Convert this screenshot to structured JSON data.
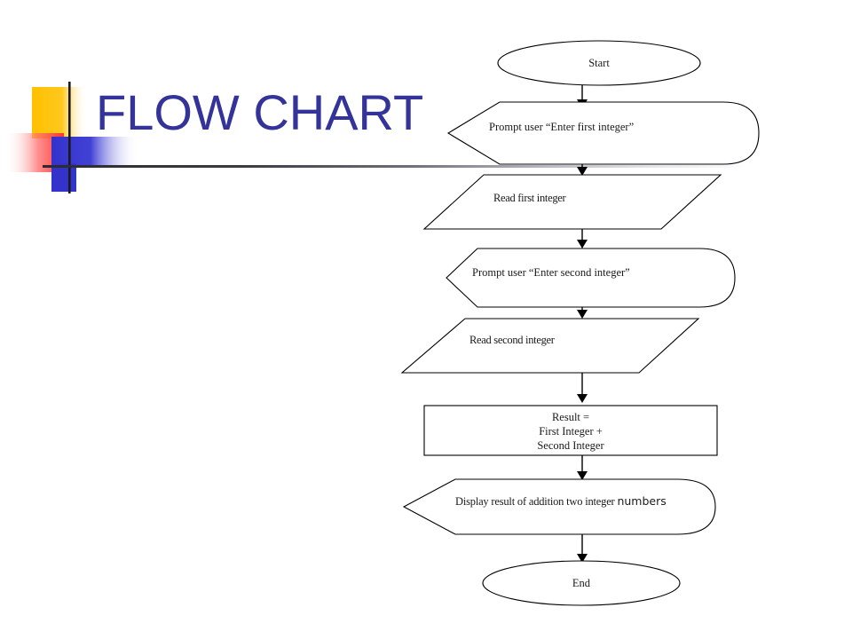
{
  "slide": {
    "title": "FLOW CHART",
    "title_color": "#333399",
    "background_color": "#ffffff",
    "rule_color": "#2b2b33",
    "decoration": {
      "name": "title-decoration",
      "yellow": "#FFC000",
      "blue": "#3333CC",
      "red": "#FF3333",
      "cross": "#1a1a1a"
    }
  },
  "flowchart": {
    "type": "flowchart",
    "orientation": "top-to-bottom",
    "nodes": [
      {
        "id": "start",
        "shape": "oval",
        "label": "Start"
      },
      {
        "id": "prompt1",
        "shape": "display",
        "label": "Prompt user “Enter first integer”"
      },
      {
        "id": "read1",
        "shape": "parallelogram",
        "label": "Read first integer"
      },
      {
        "id": "prompt2",
        "shape": "display",
        "label": "Prompt user  “Enter second integer”"
      },
      {
        "id": "read2",
        "shape": "parallelogram",
        "label": "Read second integer"
      },
      {
        "id": "process",
        "shape": "rectangle",
        "label_line1": "Result =",
        "label_line2": "First  Integer +",
        "label_line3": "Second Integer"
      },
      {
        "id": "display",
        "shape": "display",
        "label_main": "Display result of addition two integer ",
        "label_emph": "numbers"
      },
      {
        "id": "end",
        "shape": "oval",
        "label": "End"
      }
    ],
    "edges": [
      {
        "from": "start",
        "to": "prompt1"
      },
      {
        "from": "prompt1",
        "to": "read1"
      },
      {
        "from": "read1",
        "to": "prompt2"
      },
      {
        "from": "prompt2",
        "to": "read2"
      },
      {
        "from": "read2",
        "to": "process"
      },
      {
        "from": "process",
        "to": "display"
      },
      {
        "from": "display",
        "to": "end"
      }
    ]
  }
}
